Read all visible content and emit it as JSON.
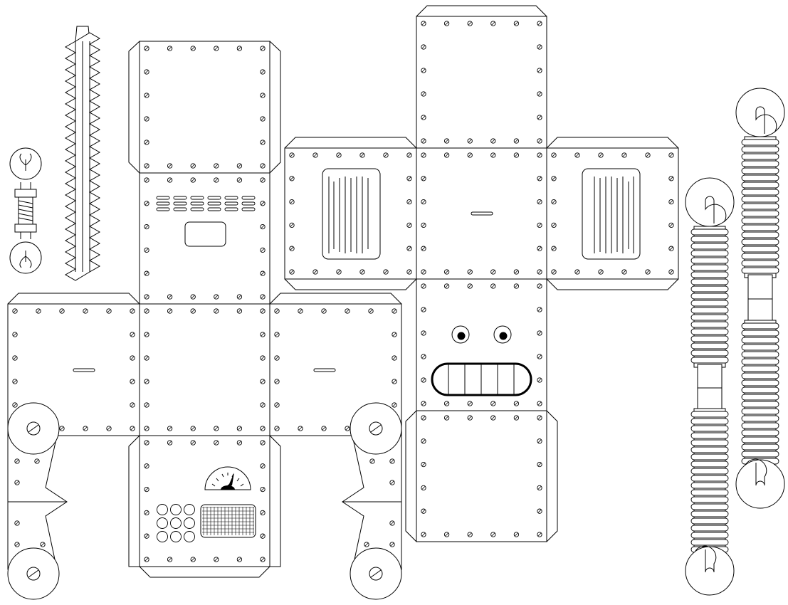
{
  "diagram": {
    "kind": "papercraft robot template",
    "line_color": "#000000",
    "paper_color": "#ffffff",
    "pieces": [
      {
        "id": "lightbulb",
        "icon": "lightbulb-icon"
      },
      {
        "id": "antenna",
        "icon": "serrated-antenna-icon"
      },
      {
        "id": "body-net",
        "icon": "cube-net-icon"
      },
      {
        "id": "head-net",
        "icon": "cube-net-icon"
      },
      {
        "id": "arm-left",
        "icon": "spring-arm-icon"
      },
      {
        "id": "arm-right",
        "icon": "spring-arm-icon"
      },
      {
        "id": "leg-left",
        "icon": "leg-icon"
      },
      {
        "id": "leg-right",
        "icon": "leg-icon"
      }
    ]
  }
}
